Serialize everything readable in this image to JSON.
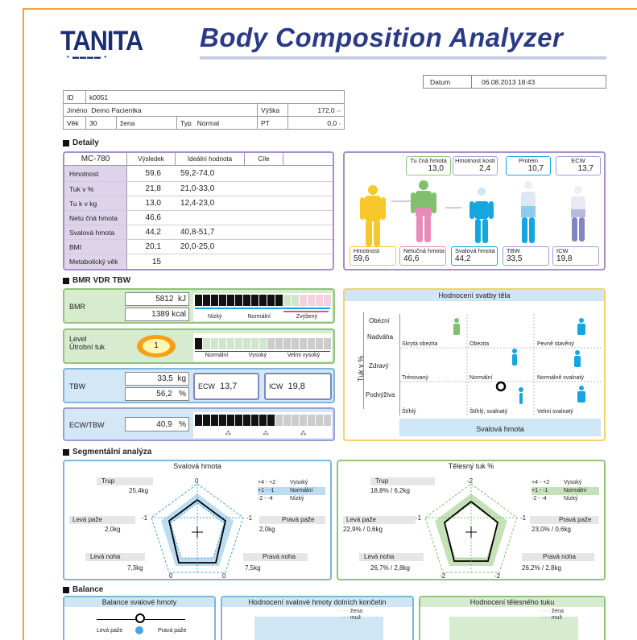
{
  "header": {
    "logo": "TANITA",
    "title": "Body Composition Analyzer",
    "datum_label": "Datum",
    "datum_value": "06.08.2013 18:43"
  },
  "info": {
    "id_label": "ID",
    "id_value": "k0051",
    "name_label": "Jméno",
    "name_value": "Demo Pacientka",
    "height_label": "Výška",
    "height_value": "172,0",
    "age_label": "Věk",
    "age_value": "30",
    "gender": "žena",
    "type_label": "Typ",
    "type_value": "Normal",
    "pt_label": "PT",
    "pt_value": "0,0"
  },
  "sections": {
    "detaily": "Detaily",
    "bmr": "BMR VDR TBW",
    "segmental": "Segmentální analýza",
    "balance": "Balance"
  },
  "detail_table": {
    "model": "MC-780",
    "col_result": "Výsledek",
    "col_ideal": "Ideální hodnota",
    "col_goal": "Cíle",
    "rows": [
      {
        "label": "Hmotnost",
        "value": "59,6",
        "ideal": "59,2-74,0"
      },
      {
        "label": "Tuk v %",
        "value": "21,8",
        "ideal": "21,0-33,0"
      },
      {
        "label": "Tu k v kg",
        "value": "13,0",
        "ideal": "12,4-23,0"
      },
      {
        "label": "Netu čná hmota",
        "value": "46,6",
        "ideal": ""
      },
      {
        "label": "Svalová hmota",
        "value": "44,2",
        "ideal": "40,8-51,7"
      },
      {
        "label": "BMI",
        "value": "20,1",
        "ideal": "20,0-25,0"
      },
      {
        "label": "Metabolický věk",
        "value": "15",
        "ideal": ""
      }
    ]
  },
  "figures": {
    "top": [
      {
        "label": "Tu čná hmota",
        "value": "13,0"
      },
      {
        "label": "Hmotnost kostí",
        "value": "2,4"
      },
      {
        "label": "Protein",
        "value": "10,7"
      },
      {
        "label": "ECW",
        "value": "13,7"
      }
    ],
    "bottom": [
      {
        "label": "Hmotnost",
        "value": "59,6"
      },
      {
        "label": "Netučná hmota",
        "value": "46,6"
      },
      {
        "label": "Svalová hmota",
        "value": "44,2"
      },
      {
        "label": "TBW",
        "value": "33,5"
      },
      {
        "label": "ICW",
        "value": "19,8"
      }
    ]
  },
  "bmr": {
    "label": "BMR",
    "kj_value": "5812",
    "kj_unit": "kJ",
    "kcal_value": "1389",
    "kcal_unit": "kcal",
    "scale": [
      "Nízký",
      "Normální",
      "Zvýšený"
    ]
  },
  "visceral": {
    "label1": "Level",
    "label2": "Útrobní tuk",
    "value": "1",
    "scale": [
      "Normální",
      "Vysoký",
      "Velmi vysoký"
    ]
  },
  "tbw": {
    "label": "TBW",
    "kg_value": "33,5",
    "kg_unit": "kg",
    "pct_value": "56,2",
    "pct_unit": "%",
    "ecw_label": "ECW",
    "ecw_value": "13,7",
    "icw_label": "ICW",
    "icw_value": "19,8"
  },
  "ecw_tbw": {
    "label": "ECW/TBW",
    "value": "40,9",
    "unit": "%"
  },
  "body_rating": {
    "title": "Hodnocení svatby těla",
    "y_axis": "Tuk v %",
    "x_axis": "Svalová hmota",
    "rows": [
      "Obézní",
      "Nadváha",
      "Zdravý",
      "Podvýživa"
    ],
    "cells": [
      "Skrytá obezita",
      "Obezita",
      "Pevně stavěný",
      "Trénovaný",
      "Normální",
      "Normálně svalnatý",
      "Štíhlý",
      "Štíhlý, svalnatý",
      "Velmi svalnatý"
    ]
  },
  "segmental": {
    "muscle": {
      "title": "Svalová hmota",
      "trup_label": "Trup",
      "trup_value": "25,4kg",
      "left_arm_label": "Levá paže",
      "left_arm_value": "2,0kg",
      "right_arm_label": "Pravá paže",
      "right_arm_value": "2,0kg",
      "left_leg_label": "Levá noha",
      "left_leg_value": "7,3kg",
      "right_leg_label": "Pravá noha",
      "right_leg_value": "7,5kg",
      "scores": {
        "top": "0",
        "left": "-1",
        "right": "-1",
        "bl": "0",
        "br": "0"
      },
      "legend": [
        {
          "range": "+4 - +2",
          "text": "Vysoký"
        },
        {
          "range": "+1 - -1",
          "text": "Normální"
        },
        {
          "range": "-2 - -4",
          "text": "Nízký"
        }
      ]
    },
    "fat": {
      "title": "Tělesný tuk %",
      "trup_label": "Trup",
      "trup_value": "18,8% / 6,2kg",
      "left_arm_label": "Levá paže",
      "left_arm_value": "22,9% / 0,6kg",
      "right_arm_label": "Pravá paže",
      "right_arm_value": "23,0% / 0,6kg",
      "left_leg_label": "Levá noha",
      "left_leg_value": "26,7% / 2,8kg",
      "right_leg_label": "Pravá noha",
      "right_leg_value": "26,2% / 2,8kg",
      "scores": {
        "top": "-2",
        "left": "-1",
        "right": "-1",
        "bl": "-2",
        "br": "-2"
      },
      "legend": [
        {
          "range": "+4 - +2",
          "text": "Vysoký"
        },
        {
          "range": "+1 - -1",
          "text": "Normální"
        },
        {
          "range": "-2 - -4",
          "text": "Nízký"
        }
      ]
    }
  },
  "balance": {
    "muscle_title": "Balance svalové hmoty",
    "legs_title": "Hodnocení svalové hmoty dolních končetin",
    "fat_title": "Hodnocení tělesného tuku",
    "left_arm": "Levá paže",
    "right_arm": "Pravá paže",
    "legend_female": "žena",
    "legend_male": "muž"
  },
  "colors": {
    "purple": "#a590c9",
    "green": "#8fc47a",
    "blue": "#7fb4dd",
    "orange_frame": "#f0a040",
    "title_blue": "#2b3a84"
  }
}
